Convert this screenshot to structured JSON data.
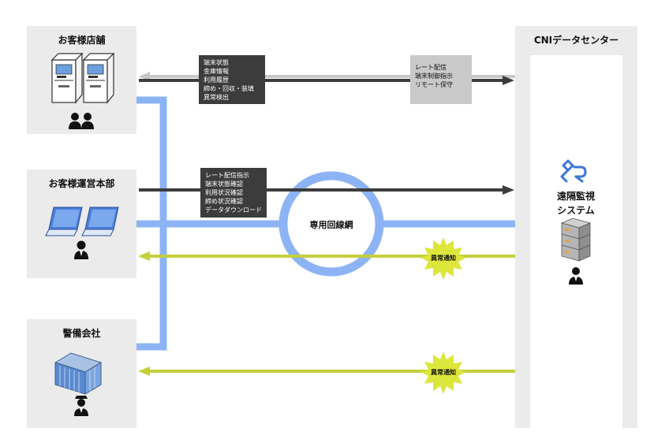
{
  "panels": {
    "store": {
      "title": "お客様店舗"
    },
    "hq": {
      "title": "お客様運営本部"
    },
    "security": {
      "title": "警備会社"
    },
    "datacenter": {
      "title": "CNIデータセンター"
    }
  },
  "store_to_dc_box": {
    "lines": [
      "端末状態",
      "金庫情報",
      "利用履歴",
      "締め・回収・装填",
      "異常検出"
    ]
  },
  "dc_to_store_box": {
    "lines": [
      "レート配信",
      "端末制御指示",
      "リモート保守"
    ]
  },
  "hq_box": {
    "lines": [
      "レート配信指示",
      "端末状態確認",
      "利用状況確認",
      "締め状況確認",
      "データダウンロード"
    ]
  },
  "network": {
    "label": "専用回線網"
  },
  "alerts": [
    {
      "label": "異常通知"
    },
    {
      "label": "異常通知"
    }
  ],
  "system": {
    "line1": "遠隔監視",
    "line2": "システム"
  },
  "colors": {
    "panel": "#ebebeb",
    "network_blue": "#8cb4f5",
    "arrow_dark": "#3c3c3c",
    "arrow_light": "#c8c8c8",
    "alert_yellow": "#c6cf3c",
    "burst_yellow": "#dde63a"
  }
}
